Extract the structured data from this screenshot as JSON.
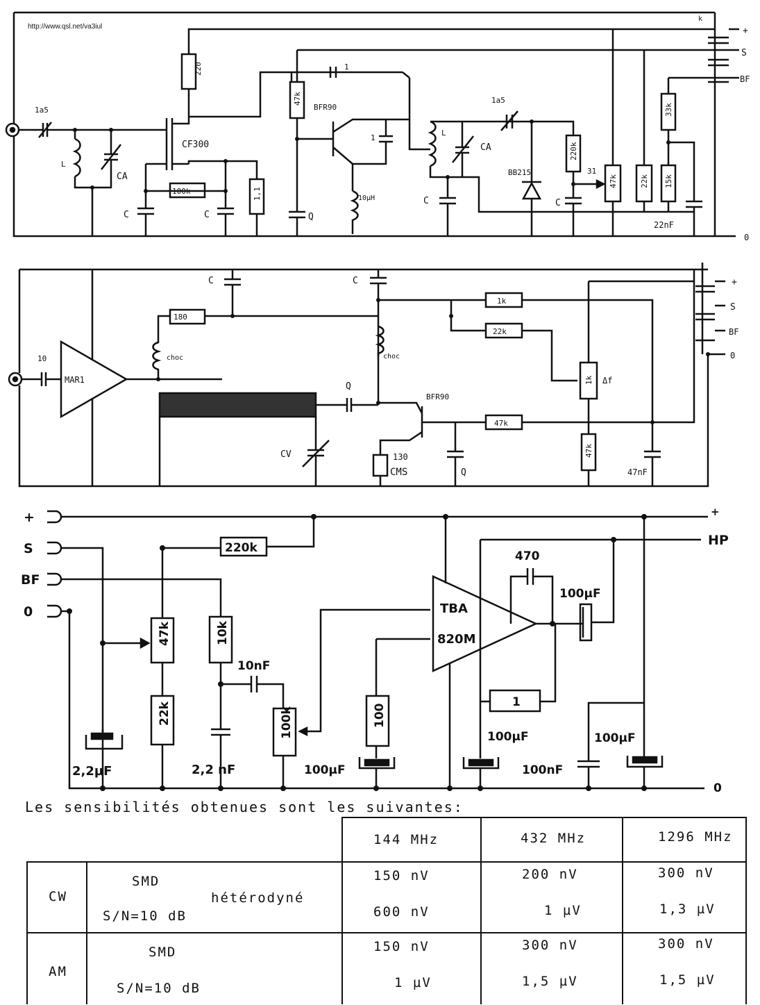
{
  "source_url": "http://www.qsl.net/va3iul",
  "section1": {
    "components": {
      "cap_input": "1a5",
      "coil": "L",
      "trimmer": "CA",
      "r_220": "220",
      "fet": "CF300",
      "r_100k": "100k",
      "r_right": "1,1",
      "cap_c_a": "C",
      "cap_c_b": "C",
      "r_47k": "47k",
      "cap_q": "Q",
      "transistor": "BFR90",
      "cap_top": "1",
      "cap_bjt": "1",
      "choke": "10µH",
      "cap_c_mid": "C",
      "coil2": "L",
      "trimmer2": "CA",
      "cap_out": "1a5",
      "varicap": "BB215",
      "r_220k": "220k",
      "cap_c_right": "C",
      "label_31": "31",
      "r_47k_b": "47k",
      "r_22k": "22k",
      "r_33k": "33k",
      "r_15k": "15k",
      "cap_22nf": "22nF"
    },
    "connector": {
      "plus": "+",
      "s": "S",
      "bf": "BF",
      "zero": "0",
      "k": "k"
    }
  },
  "section2": {
    "components": {
      "cap_in": "10",
      "amp": "MAR1",
      "r_180": "180",
      "choke_left": "choc",
      "cap_c_left": "C",
      "cap_c_right": "C",
      "choke_right": "choc",
      "cap_q": "Q",
      "transistor": "BFR90",
      "r_1k": "1k",
      "r_22k": "22k",
      "pot_label": "Δf",
      "pot_value": "1k",
      "r_47k_h": "47k",
      "r_47k_v": "47k",
      "varcap": "CV",
      "r_130": "130",
      "cms": "CMS",
      "cap_q2": "Q",
      "cap_47nf": "47nF"
    },
    "connector": {
      "plus": "+",
      "s": "S",
      "bf": "BF",
      "zero": "0"
    }
  },
  "section3": {
    "terminals": {
      "plus": "+",
      "s": "S",
      "bf": "BF",
      "zero": "0"
    },
    "components": {
      "r_220k": "220k",
      "pot_47k": "47k",
      "r_22k": "22k",
      "r_10k": "10k",
      "cap_10nf": "10nF",
      "pot_100k": "100k",
      "cap_2_2uf": "2,2µF",
      "cap_2_2nf": "2,2 nF",
      "r_100": "100",
      "cap_100uf_a": "100µF",
      "ic_line1": "TBA",
      "ic_line2": "820M",
      "cap_470": "470",
      "cap_100uf_out": "100µF",
      "r_1": "1",
      "cap_100uf_b": "100µF",
      "cap_100nf": "100nF",
      "cap_100uf_c": "100µF"
    },
    "outputs": {
      "plus": "+",
      "hp": "HP",
      "zero": "0"
    }
  },
  "sensitivities": {
    "caption": "Les sensibilités obtenues sont les suivantes:",
    "columns": [
      "144 MHz",
      "432 MHz",
      "1296 MHz"
    ],
    "rows": [
      {
        "mode": "CW",
        "line1": "SMD",
        "line1b": "hétérodyné",
        "line2": "S/N=10 dB",
        "values_top": [
          "150 nV",
          "200 nV",
          "300 nV"
        ],
        "values_bottom": [
          "600 nV",
          "1 µV",
          "1,3 µV"
        ]
      },
      {
        "mode": "AM",
        "line1": "SMD",
        "line2": "S/N=10 dB",
        "values_top": [
          "150 nV",
          "300 nV",
          "300 nV"
        ],
        "values_bottom": [
          "1 µV",
          "1,5 µV",
          "1,5 µV"
        ]
      }
    ]
  }
}
